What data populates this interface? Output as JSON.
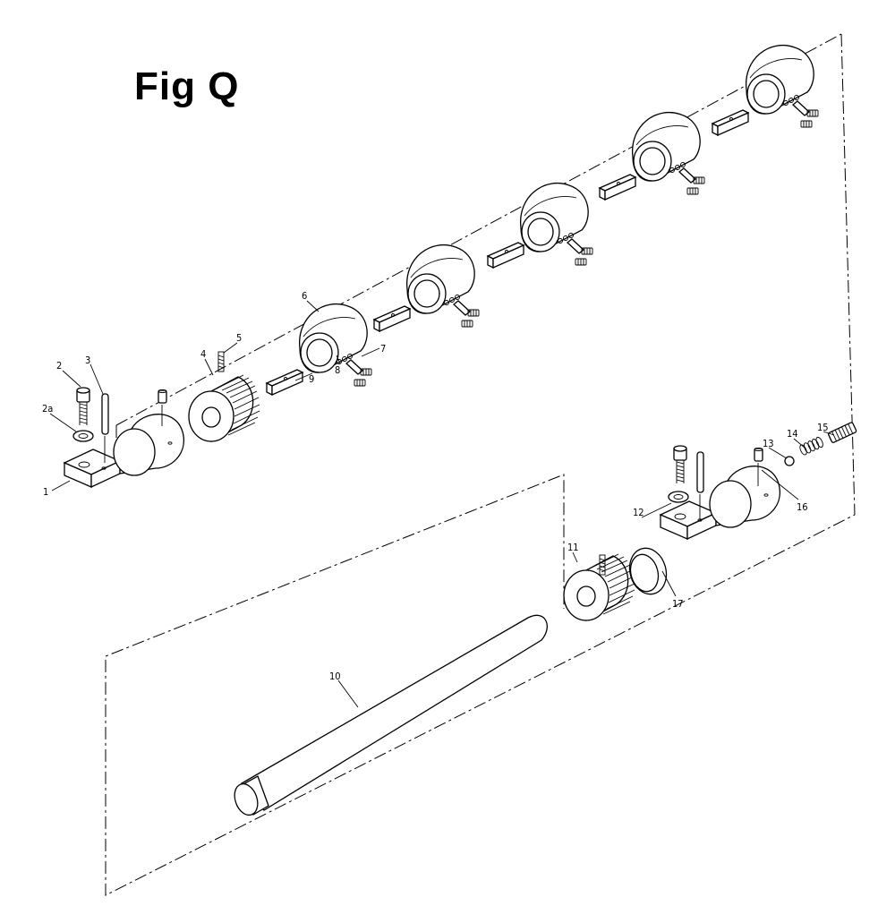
{
  "figure": {
    "title": "Fig Q"
  },
  "callouts": [
    "1",
    "2",
    "2a",
    "3",
    "4",
    "5",
    "6",
    "7",
    "8",
    "9",
    "10",
    "11",
    "12",
    "13",
    "14",
    "15",
    "16",
    "17"
  ]
}
